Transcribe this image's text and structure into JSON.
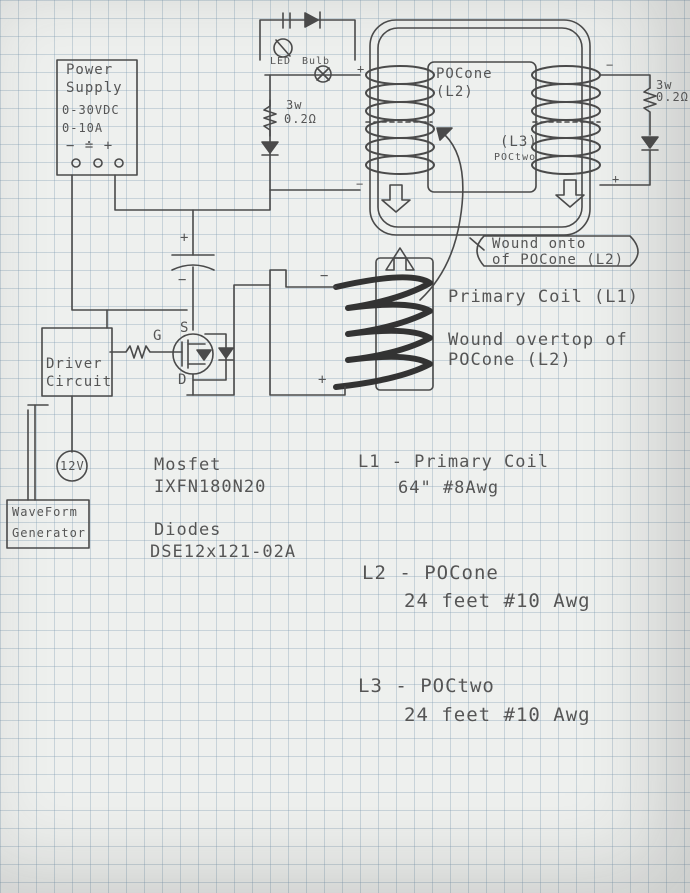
{
  "power_supply": {
    "line1": "Power",
    "line2": "Supply",
    "line3": "0-30VDC",
    "line4": "0-10A",
    "terminals": "−  ≐  +"
  },
  "led_label": "LED",
  "bulb_label": "Bulb",
  "resistor_left": {
    "line1": "3w",
    "line2": "0.2Ω"
  },
  "resistor_right": {
    "line1": "3w",
    "line2": "0.2Ω"
  },
  "pocone_label": {
    "line1": "POCone",
    "line2": "(L2)"
  },
  "poctwo_label": {
    "line1": "(L3)",
    "line2": "POCtwo"
  },
  "wound_onto": {
    "line1": "Wound onto",
    "line2": "of POCone (L2)"
  },
  "primary_coil_label": "Primary Coil (L1)",
  "wound_overtop": {
    "line1": "Wound overtop of",
    "line2": "POCone (L2)"
  },
  "cap_plus": "+",
  "cap_minus": "−",
  "mosfet_pins": {
    "g": "G",
    "s": "S",
    "d": "D"
  },
  "driver": {
    "line1": "Driver",
    "line2": "Circuit"
  },
  "battery": "12V",
  "waveform": {
    "line1": "WaveForm",
    "line2": "Generator"
  },
  "mosfet_text": {
    "line1": "Mosfet",
    "line2": "IXFN180N20"
  },
  "diodes_text": {
    "line1": "Diodes",
    "line2": "DSE12x121-02A"
  },
  "legend": {
    "l1": {
      "line1": "L1 - Primary Coil",
      "line2": "64\" #8Awg"
    },
    "l2": {
      "line1": "L2 - POCone",
      "line2": "24 feet #10 Awg"
    },
    "l3": {
      "line1": "L3 - POCtwo",
      "line2": "24 feet #10 Awg"
    }
  },
  "pol": {
    "plus": "+",
    "minus": "−"
  },
  "colors": {
    "pencil": "#4a4a4a",
    "paper": "#eef0ee",
    "grid": "#8fa9bd"
  }
}
